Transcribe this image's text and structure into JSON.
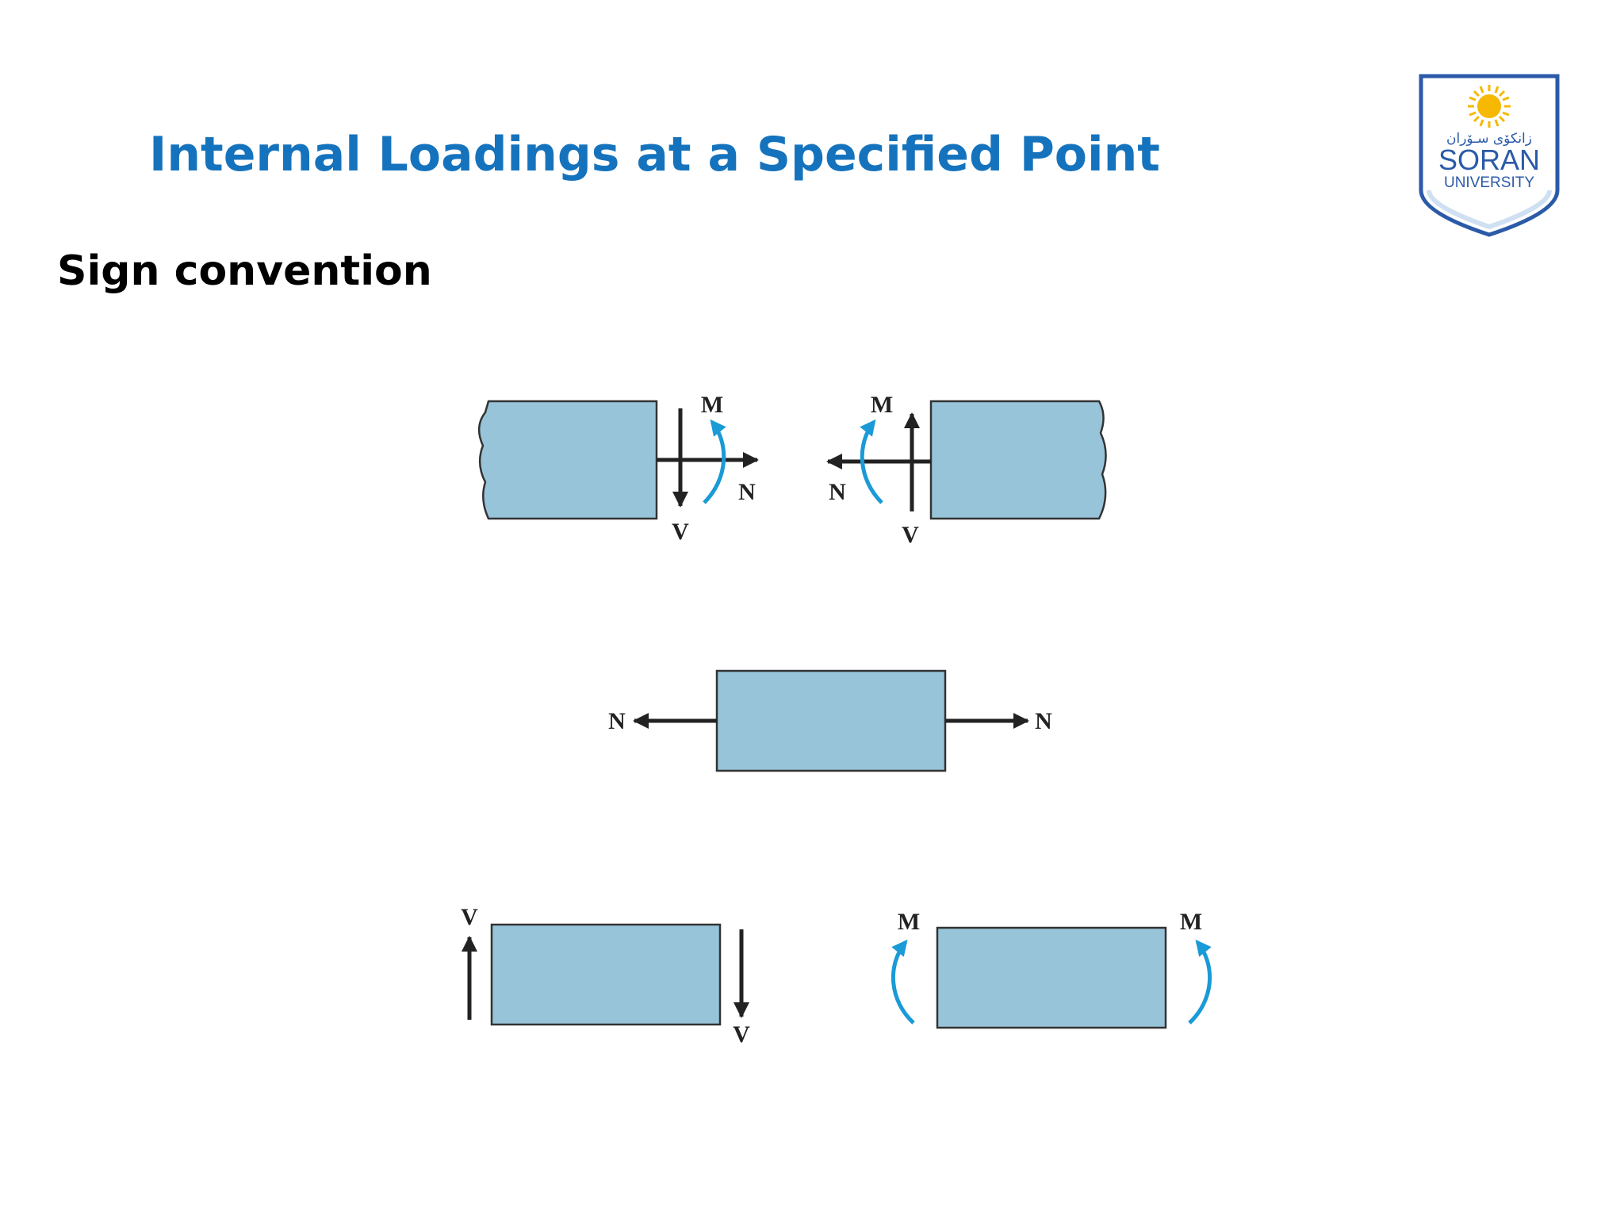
{
  "slide": {
    "title": "Internal Loadings at a Specified Point",
    "subtitle": "Sign convention"
  },
  "logo": {
    "arabic_text": "زانكۆی سـۆران",
    "name": "SORAN",
    "sub": "UNIVERSITY",
    "icon": "sun-icon"
  },
  "labels": {
    "moment": "M",
    "normal": "N",
    "shear": "V"
  },
  "colors": {
    "title": "#1573bd",
    "member_fill": "#98c4da",
    "moment_arrow": "#1a9ad6",
    "logo_blue": "#2b5aa8",
    "sun": "#f6b800"
  }
}
